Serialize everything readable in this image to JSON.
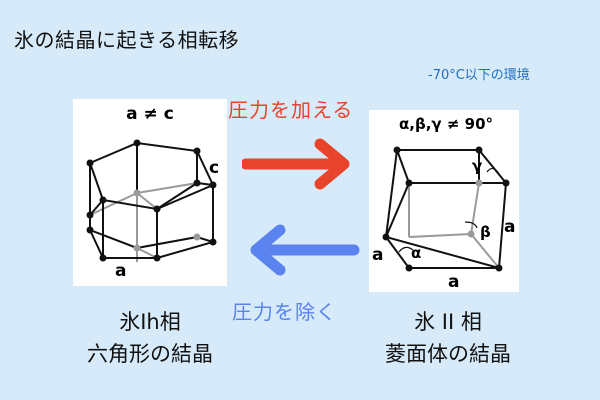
{
  "title": "氷の結晶に起きる相転移",
  "condition": "-70°C以下の環境",
  "left_panel": {
    "relation": "a ≠ c",
    "label_c": "c",
    "label_a": "a"
  },
  "right_panel": {
    "relation": "α,β,γ ≠ 90°",
    "gamma": "γ",
    "beta": "β",
    "alpha": "α",
    "a_right": "a",
    "a_left": "a",
    "a_bottom": "a"
  },
  "actions": {
    "apply_pressure": "圧力を加える",
    "remove_pressure": "圧力を除く"
  },
  "captions": {
    "left_line1": "氷Ih相",
    "left_line2": "六角形の結晶",
    "right_line1": "氷 II 相",
    "right_line2": "菱面体の結晶"
  },
  "colors": {
    "background": "#d7eaf9",
    "apply_arrow": "#e8432b",
    "remove_arrow": "#5a83ef",
    "condition_text": "#1f6fc0"
  }
}
